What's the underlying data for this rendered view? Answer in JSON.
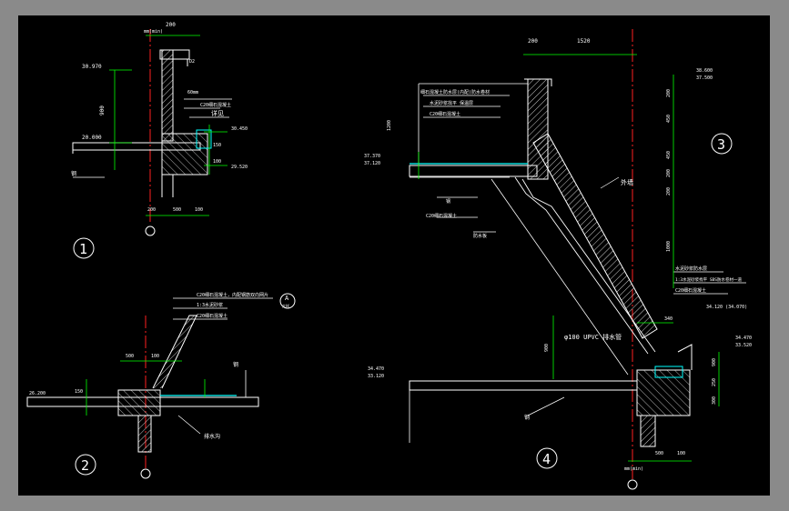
{
  "colors": {
    "bg": "#000000",
    "frame": "#8a8a8a",
    "line": "#ffffff",
    "dim": "#00ff00",
    "axis": "#ff2020",
    "water": "#00ffff",
    "hatch": "#ffffff"
  },
  "detail1": {
    "label": "1",
    "texts": {
      "top_dim": "200",
      "tag": "mm(min)",
      "elev_top": "30.970",
      "elev_mid": "20.000",
      "height_900": "900",
      "note_a": "D2",
      "note_b": "60mm",
      "note_c": "C20细石混凝土",
      "note_d": "详见",
      "note_e": "钢",
      "dim_150": "150",
      "dim_100": "100",
      "elev_r1": "30.450",
      "elev_r2": "29.520",
      "bot_a": "200",
      "bot_b": "500",
      "bot_c": "100"
    }
  },
  "detail2": {
    "label": "2",
    "callout": "A",
    "callout_sub": "大样",
    "texts": {
      "note1": "C20细石混凝土，内配钢筋双向网片",
      "note2": "1:3水泥砂浆",
      "note3": "C20细石混凝土",
      "dim_a": "500",
      "dim_b": "100",
      "dim_c": "150",
      "elev": "26.200",
      "tag": "排水沟",
      "tag2": "钢"
    }
  },
  "detail3": {
    "label": "3",
    "texts": {
      "top_a": "200",
      "top_b": "1520",
      "elev_top": "38.600",
      "elev_top2": "37.500",
      "elev_left": "37.370",
      "elev_left2": "37.120",
      "left_dim": "1200",
      "note1": "细石混凝土防水层(内配)防水卷材",
      "note2": "水泥砂浆找平 保温层",
      "note3": "C20细石混凝土",
      "note4": "钢",
      "note5": "C20细石混凝土",
      "note6": "防水板",
      "r_dims": [
        "200",
        "450",
        "450",
        "200",
        "200",
        "1000"
      ],
      "r_note1": "水泥砂浆防水层",
      "r_note2": "1:3水泥砂浆找平 SBS防水卷材一道",
      "r_note3": "C20细石混凝土",
      "elev_r": "34.120 (34.070)",
      "wall": "外墙"
    }
  },
  "detail4": {
    "label": "4",
    "texts": {
      "pipe": "φ100 UPVC 排水管",
      "dim_900": "900",
      "dim_340": "340",
      "elev_l": "34.470",
      "elev_l2": "33.120",
      "elev_r": "34.470",
      "elev_r2": "33.520",
      "dim_r1": "900",
      "dim_r2": "250",
      "dim_r3": "300",
      "note_bot": "钢",
      "bot_a": "500",
      "bot_b": "100",
      "tag_bot": "mm(min)"
    }
  }
}
